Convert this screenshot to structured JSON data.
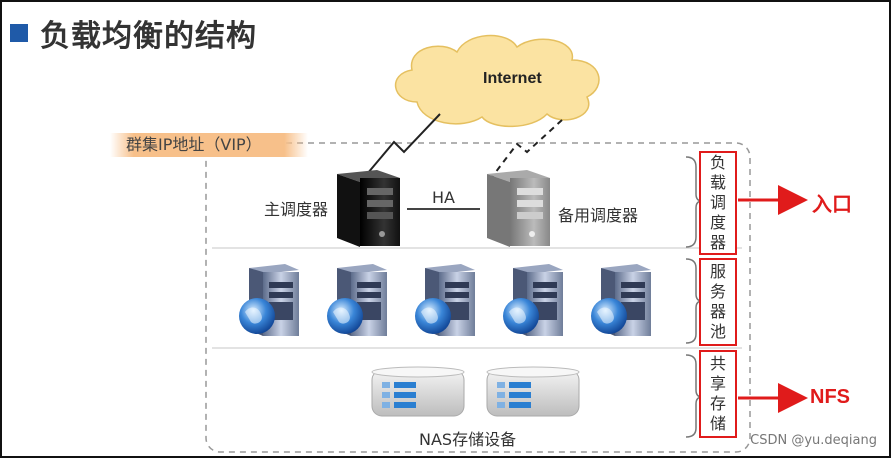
{
  "title": "负载均衡的结构",
  "vip_label": "群集IP地址（VIP）",
  "internet": "Internet",
  "primary_scheduler": "主调度器",
  "ha": "HA",
  "backup_scheduler": "备用调度器",
  "storage_label": "NAS存储设备",
  "right_groups": [
    {
      "chars": [
        "负",
        "载",
        "调",
        "度",
        "器"
      ]
    },
    {
      "chars": [
        "服",
        "务",
        "器",
        "池"
      ]
    },
    {
      "chars": [
        "共",
        "享",
        "存",
        "储"
      ]
    }
  ],
  "entry_label": "入口",
  "nfs_label": "NFS",
  "watermark": "CSDN @yu.deqiang",
  "colors": {
    "accent_red": "#e01b1b",
    "title_square": "#1f5aa8",
    "vip_band": "#f7c08a",
    "cloud": "#fbe3a2"
  }
}
